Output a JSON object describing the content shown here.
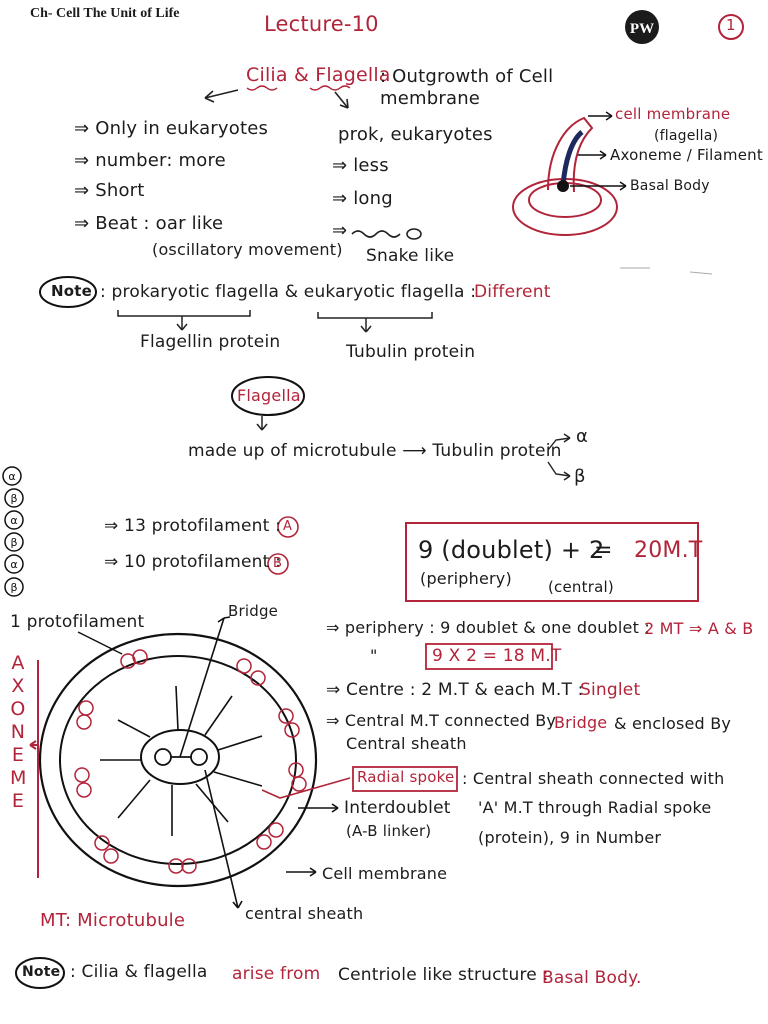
{
  "header": {
    "chapter": "Ch-  Cell The Unit of Life",
    "lecture": "Lecture-10",
    "page_number": "1",
    "logo_text": "PW"
  },
  "title": {
    "topic": "Cilia & Flagella",
    "definition": ": Outgrowth of Cell membrane"
  },
  "comparison": {
    "left": [
      "⇒ Only in eukaryotes",
      "⇒ number: more",
      "⇒ Short",
      "⇒ Beat : oar like",
      "(oscillatory movement)"
    ],
    "right": [
      "prok, eukaryotes",
      "⇒ less",
      "⇒ long",
      "⇒",
      "Snake like"
    ]
  },
  "flagellum_diagram": {
    "labels": [
      "cell membrane",
      "(flagella)",
      "Axoneme / Filament",
      "Basal Body"
    ]
  },
  "note1": {
    "badge": "Note",
    "prefix": ": prokaryotic flagella & eukaryotic flagella :",
    "highlight": "Different",
    "left_result": "Flagellin protein",
    "right_result": "Tubulin protein"
  },
  "flagella_block": {
    "badge": "Flagella",
    "made_of": "made up of microtubule ⟶ Tubulin protein",
    "alpha": "α",
    "beta": "β"
  },
  "protofilament": {
    "beads": [
      "α",
      "β",
      "α",
      "β",
      "α",
      "β"
    ],
    "line1": "⇒ 13 protofilament :",
    "line1_badge": "A",
    "line2": "⇒ 10 protofilament :",
    "line2_badge": "B",
    "caption": "1 protofilament"
  },
  "formula": {
    "main": "9 (doublet) + 2",
    "equals": "=",
    "result": "20M.T",
    "periphery": "(periphery)",
    "central": "(central)"
  },
  "axoneme": {
    "side_label": "AXONEME",
    "bridge": "Bridge",
    "cell_membrane": "Cell membrane",
    "central_sheath": "central sheath",
    "interdoublet_1": "Interdoublet",
    "interdoublet_2": "(A-B linker)"
  },
  "notes_right": {
    "periphery": "⇒ periphery : 9 doublet & one doublet :",
    "periphery_red": "2 MT ⇒ A & B",
    "ditto": "\"",
    "box_9x2": "9 X 2 = 18 M.T",
    "centre": "⇒ Centre : 2 M.T & each M.T :",
    "centre_red": "Singlet",
    "central_mt_1": "⇒ Central M.T connected By",
    "central_mt_bridge": "Bridge",
    "central_mt_2": "& enclosed By",
    "central_mt_3": "Central sheath",
    "radial_spoke": "Radial spoke",
    "radial_1": ": Central sheath connected with",
    "radial_2": "'A' M.T through Radial spoke",
    "radial_3": "(protein), 9 in Number"
  },
  "mt_legend": "MT: Microtubule",
  "footer_note": {
    "badge": "Note",
    "text": ":  Cilia & flagella",
    "red1": "arise from",
    "text2": "Centriole like structure :",
    "red2": "Basal Body."
  }
}
